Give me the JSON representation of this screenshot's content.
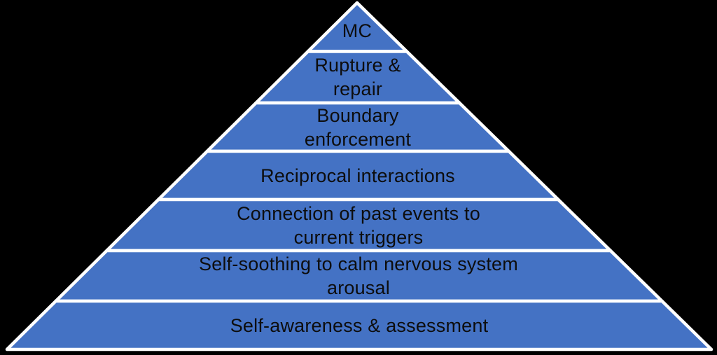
{
  "diagram": {
    "type": "pyramid",
    "colors": {
      "level_fill": "#4472C4",
      "divider_line": "#FFFFFF",
      "label_text": "#0d0d0d",
      "background": "#000000"
    },
    "levels": [
      {
        "label": "MC"
      },
      {
        "label": "Rupture &\nrepair"
      },
      {
        "label": "Boundary\nenforcement"
      },
      {
        "label": "Reciprocal interactions"
      },
      {
        "label": "Connection of past events to\ncurrent triggers"
      },
      {
        "label": "Self-soothing to calm nervous system\narousal"
      },
      {
        "label": "Self-awareness & assessment"
      }
    ]
  }
}
